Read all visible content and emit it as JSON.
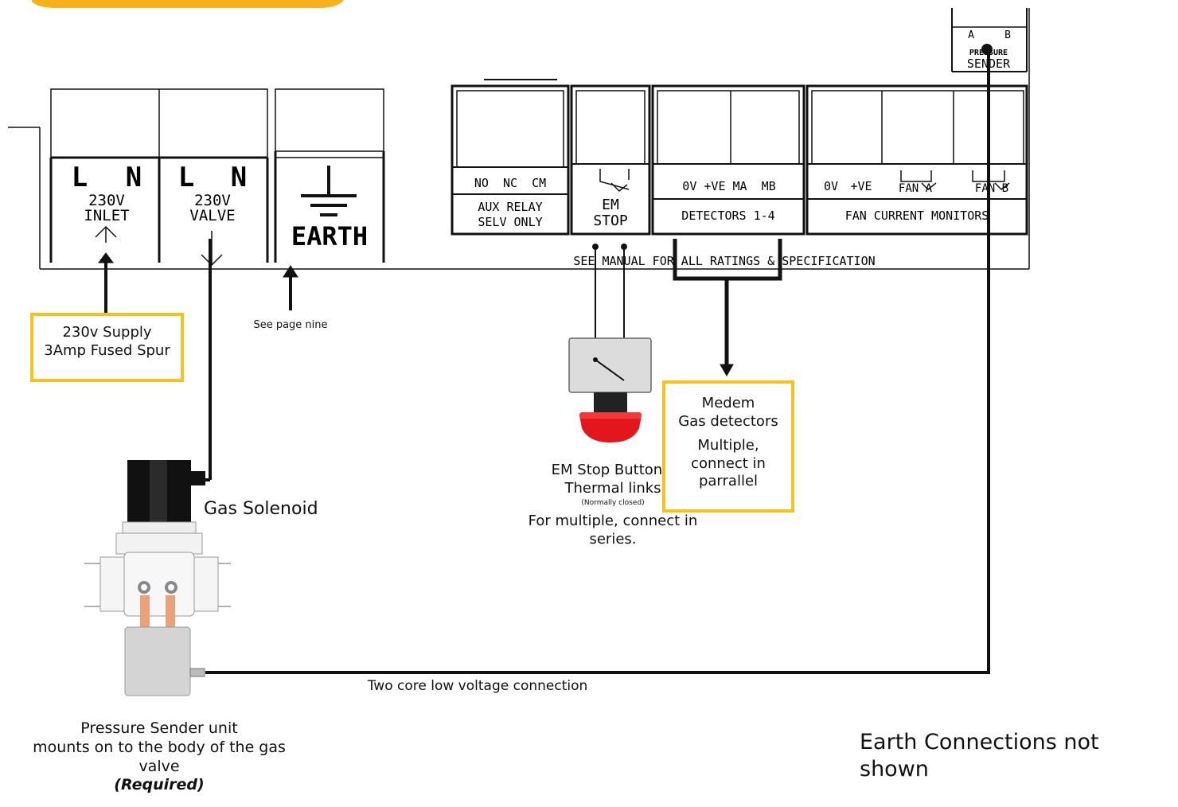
{
  "terminals": {
    "inlet": {
      "l": "L",
      "n": "N",
      "voltage": "230V",
      "name": "INLET"
    },
    "valve": {
      "l": "L",
      "n": "N",
      "voltage": "230V",
      "name": "VALVE"
    },
    "earth": {
      "name": "EARTH"
    },
    "aux": {
      "pins": "NO  NC  CM",
      "line1": "AUX RELAY",
      "line2": "SELV ONLY"
    },
    "em": {
      "line1": "EM",
      "line2": "STOP"
    },
    "detectors": {
      "pins": "0V +VE MA  MB",
      "name": "DETECTORS 1-4"
    },
    "fan": {
      "pin1": "0V",
      "pin2": "+VE",
      "fan_a": "FAN A",
      "fan_b": "FAN B",
      "name": "FAN CURRENT MONITORS"
    },
    "pressure": {
      "a": "A",
      "b": "B",
      "line1": "PRESSURE",
      "line2": "SENDER"
    }
  },
  "board_note": "SEE MANUAL FOR ALL RATINGS & SPECIFICATION",
  "callouts": {
    "supply": {
      "line1": "230v Supply",
      "line2": "3Amp Fused Spur"
    },
    "earth_note": "See page nine",
    "solenoid": "Gas Solenoid",
    "em_stop": {
      "line1": "EM Stop  Buttons,",
      "line2": "Thermal links",
      "line3": "(Normally closed)",
      "line4": "For multiple, connect in",
      "line5": "series."
    },
    "detectors": {
      "line1": "Medem",
      "line2": "Gas detectors",
      "line3": "Multiple,",
      "line4": "connect in",
      "line5": "parrallel"
    },
    "cable": "Two core low voltage connection",
    "sender": {
      "line1": "Pressure Sender unit",
      "line2": "mounts on to the body of the gas",
      "line3": "valve",
      "line4": "(Required)"
    },
    "earth_footer": "Earth Connections not shown"
  },
  "colors": {
    "callout_border": "#f7c21b",
    "button_red": "#e3161c",
    "orange_tab": "#f7b21b"
  }
}
